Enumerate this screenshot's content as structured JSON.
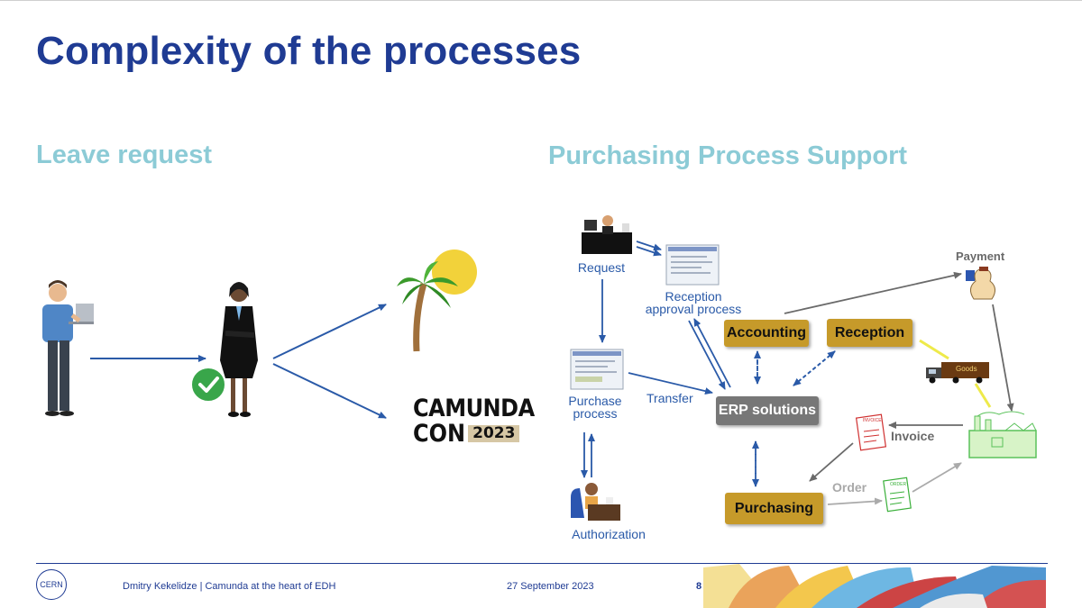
{
  "slide": {
    "title": "Complexity of the processes",
    "left_heading": "Leave request",
    "right_heading": "Purchasing Process Support"
  },
  "leave": {
    "camunda_line1": "CAMUNDA",
    "camunda_line2": "CON",
    "camunda_year": "2023"
  },
  "purchasing": {
    "request": "Request",
    "reception_approval_line1": "Reception",
    "reception_approval_line2": "approval process",
    "purchase_process_line1": "Purchase",
    "purchase_process_line2": "process",
    "transfer": "Transfer",
    "authorization": "Authorization",
    "accounting": "Accounting",
    "reception": "Reception",
    "erp": "ERP solutions",
    "purchasing": "Purchasing",
    "payment": "Payment",
    "goods": "Goods",
    "invoice": "Invoice",
    "invoice_doc": "INVOICE",
    "order": "Order",
    "order_doc": "ORDER"
  },
  "footer": {
    "logo": "CERN",
    "author_line": "Dmitry Kekelidze | Camunda at the heart of EDH",
    "date": "27 September 2023",
    "page": "8"
  },
  "colors": {
    "title": "#1f3b93",
    "heading": "#8ccbd6",
    "flow_arrow": "#2a5aa8",
    "box_gold": "#c69a2a",
    "box_erp": "#777777"
  }
}
